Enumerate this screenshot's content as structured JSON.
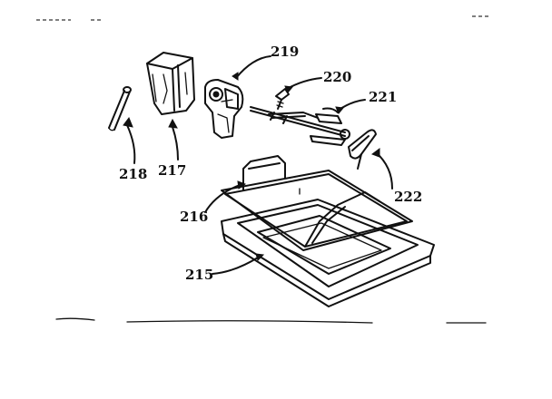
{
  "callouts": {
    "c215": "215",
    "c216": "216",
    "c217": "217",
    "c218": "218",
    "c219": "219",
    "c220": "220",
    "c221": "221",
    "c222": "222"
  }
}
